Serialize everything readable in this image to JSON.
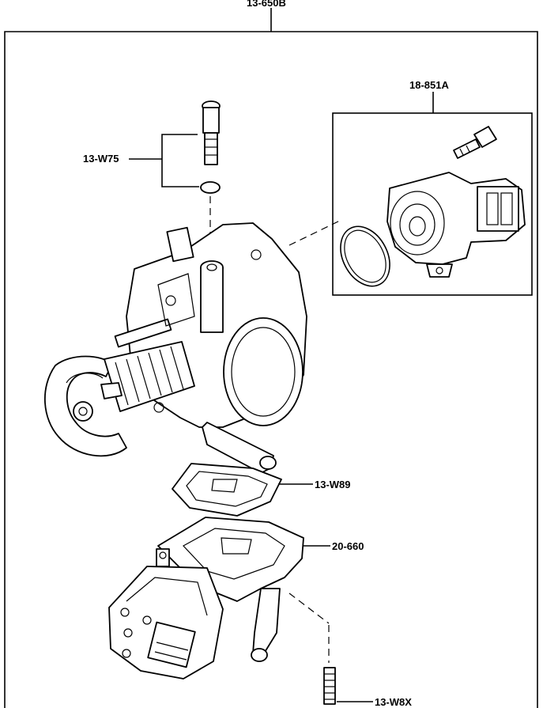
{
  "labels": {
    "assembly": "13-650B",
    "sensor_kit": "18-851A",
    "screw": "13-W75",
    "gasket": "13-W89",
    "valve": "20-660",
    "bolt": "13-W8X"
  }
}
